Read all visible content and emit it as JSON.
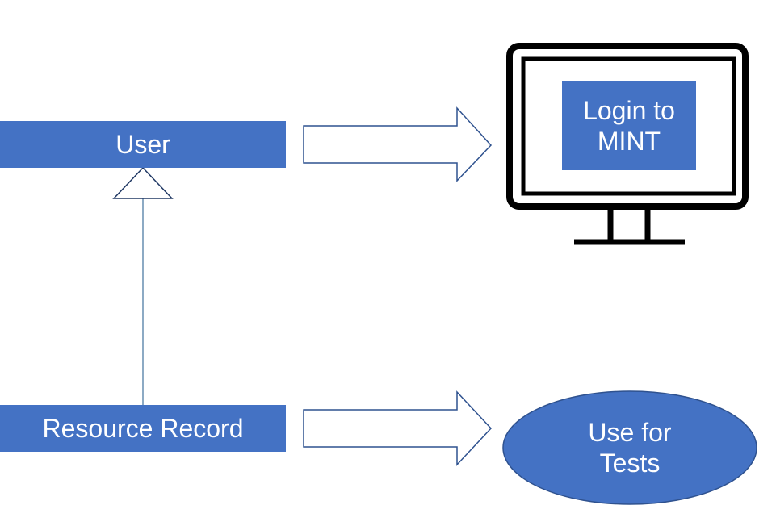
{
  "nodes": {
    "user": {
      "label": "User"
    },
    "resource_record": {
      "label": "Resource Record"
    },
    "login": {
      "label": "Login to\nMINT"
    },
    "tests": {
      "label": "Use for\nTests"
    }
  },
  "colors": {
    "box_fill": "#4472c4",
    "ellipse_stroke": "#2f528f",
    "arrow_stroke": "#2f528f",
    "monitor": "#000000",
    "text": "#ffffff"
  },
  "icons": [
    "monitor-icon",
    "block-arrow-right",
    "inheritance-triangle"
  ]
}
